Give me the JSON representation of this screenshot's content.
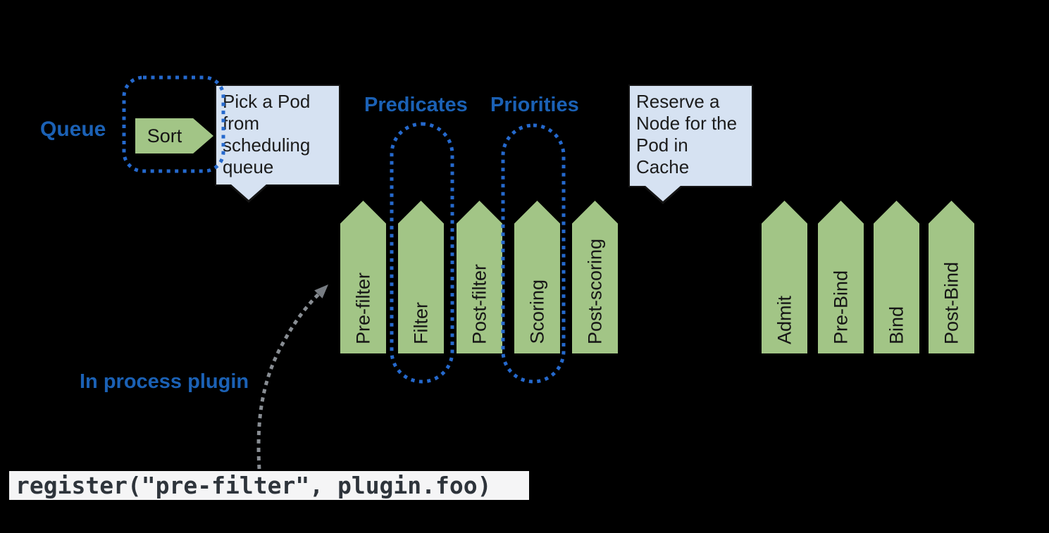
{
  "diagram": {
    "title_implied": "Scheduling framework extension points",
    "background": "#000000"
  },
  "labels": {
    "queue": "Queue",
    "predicates": "Predicates",
    "priorities": "Priorities",
    "in_process_plugin": "In process plugin"
  },
  "queue_stage": {
    "label": "Sort"
  },
  "callouts": {
    "pick_pod": {
      "text": "Pick a Pod from scheduling queue"
    },
    "reserve_node": {
      "text": "Reserve a Node for the Pod in Cache"
    }
  },
  "scheduling_stages": [
    {
      "label": "Pre-filter"
    },
    {
      "label": "Filter"
    },
    {
      "label": "Post-filter"
    },
    {
      "label": "Scoring"
    },
    {
      "label": "Post-scoring"
    }
  ],
  "binding_stages": [
    {
      "label": "Admit"
    },
    {
      "label": "Pre-Bind"
    },
    {
      "label": "Bind"
    },
    {
      "label": "Post-Bind"
    }
  ],
  "code_snippet": {
    "text": "register(\"pre-filter\", plugin.foo)"
  },
  "colors": {
    "background": "#000000",
    "stage_green": "#a2c586",
    "callout_fill": "#d6e2f2",
    "callout_border": "#141414",
    "label_blue": "#1b61b5",
    "dotted_blue": "#2569cd",
    "arrow_gray": "#888d93",
    "code_background": "#f5f5f6",
    "code_text": "#2e343b"
  }
}
